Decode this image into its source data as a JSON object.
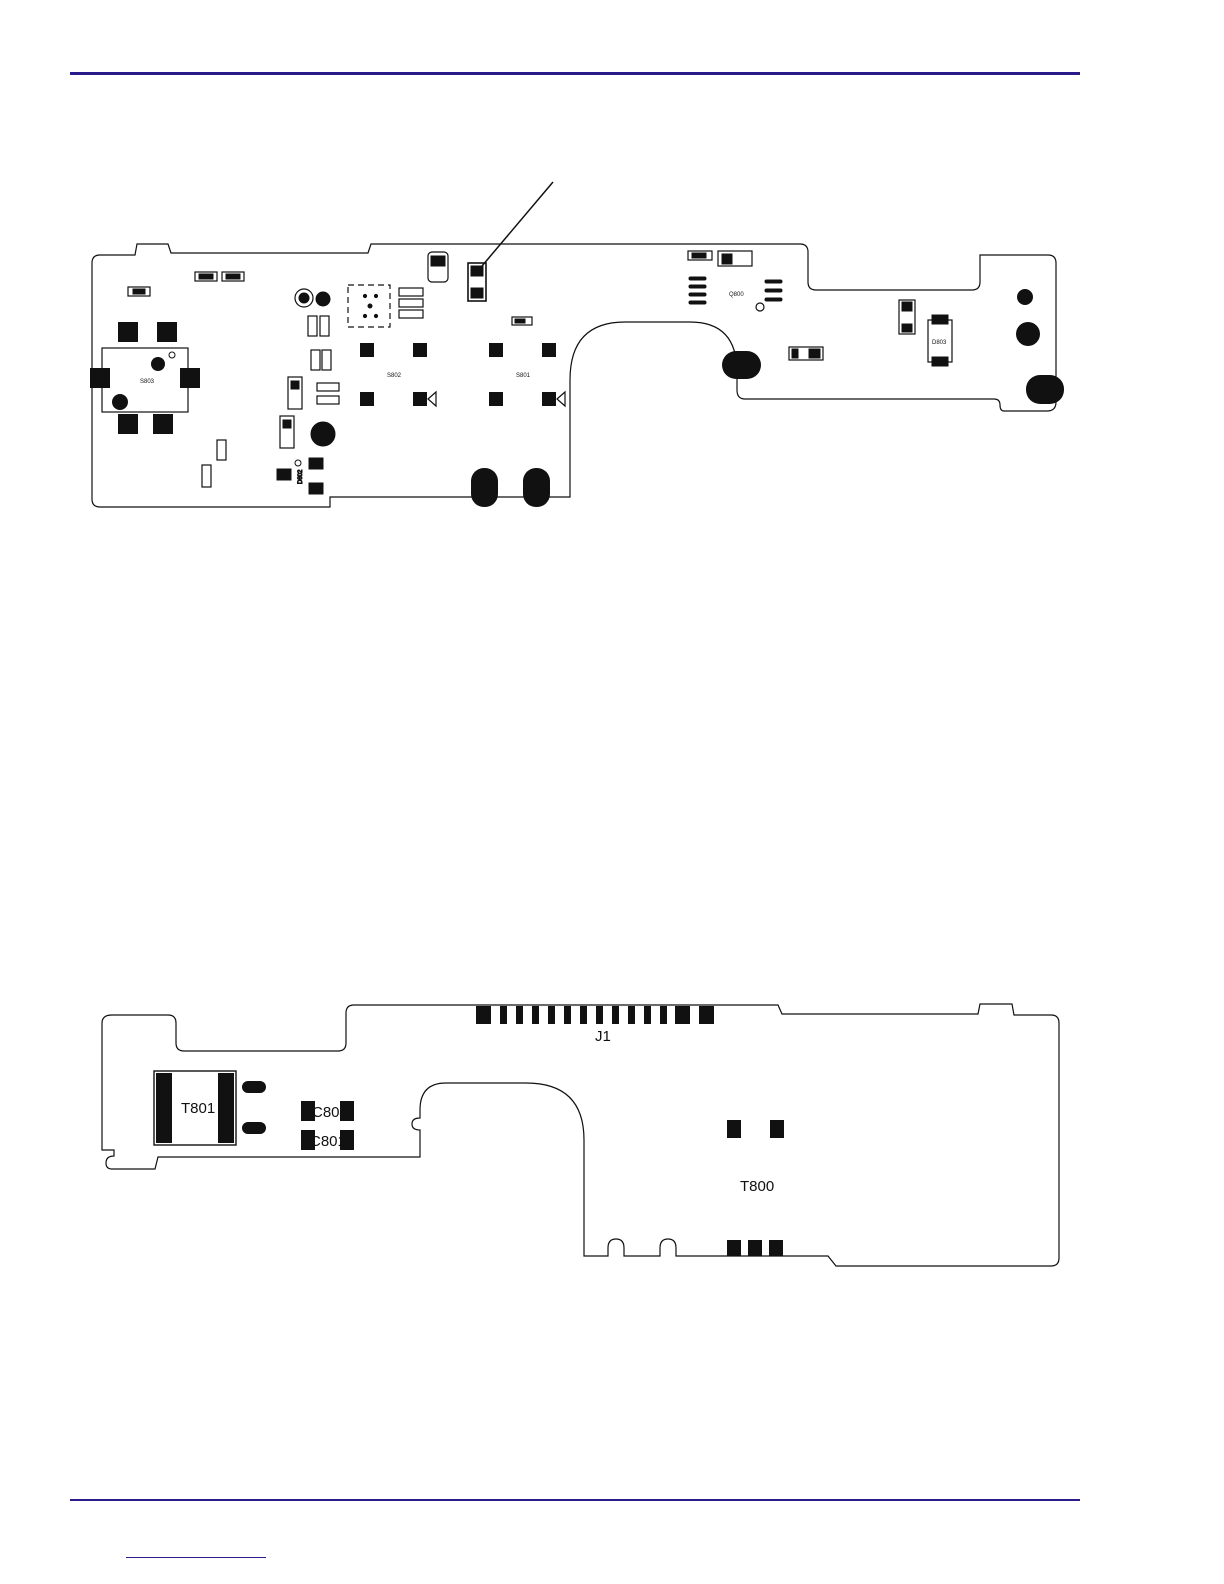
{
  "document": {
    "header_rule_color": "#2b1c8c"
  },
  "top_board": {
    "components": {
      "s803": "S803",
      "s802": "S802",
      "s801": "S801",
      "q800": "Q800",
      "d803": "D803",
      "d802": "D802"
    }
  },
  "bottom_board": {
    "components": {
      "j1": "J1",
      "t801": "T801",
      "t800": "T800",
      "c804": "C804",
      "c801": "C801"
    }
  }
}
